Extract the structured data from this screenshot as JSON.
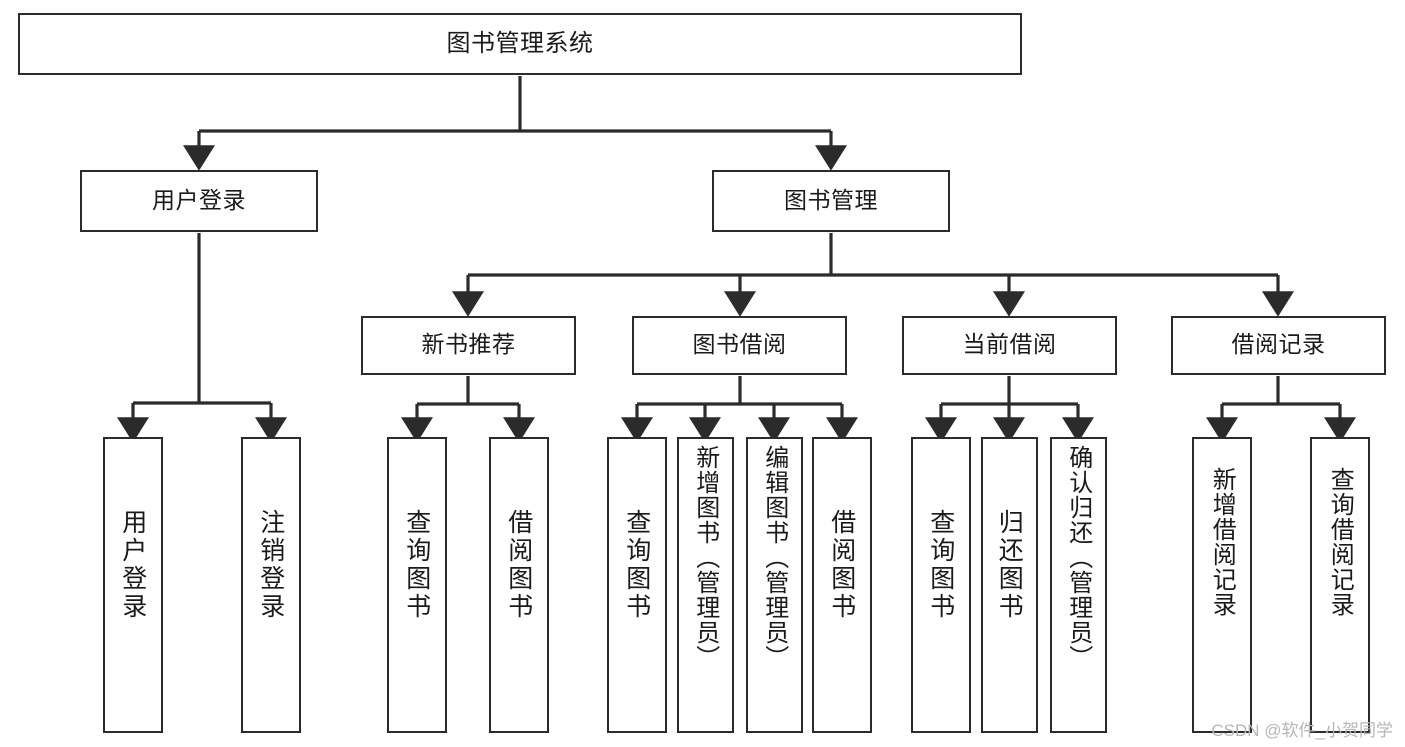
{
  "diagram": {
    "title": "图书管理系统",
    "watermark": "CSDN @软件_小贺同学",
    "line_color": "#2b2b2b",
    "box_fill": "#ffffff",
    "text_color": "#1a1a1a",
    "levels": {
      "root": [
        "图书管理系统"
      ],
      "level2": [
        "用户登录",
        "图书管理"
      ],
      "level3": [
        "新书推荐",
        "图书借阅",
        "当前借阅",
        "借阅记录"
      ],
      "leaves": [
        "用户登录",
        "注销登录",
        "查询图书",
        "借阅图书",
        "查询图书",
        "新增图书（管理员）",
        "编辑图书（管理员）",
        "借阅图书",
        "查询图书",
        "归还图书",
        "确认归还（管理员）",
        "新增借阅记录",
        "查询借阅记录"
      ]
    },
    "nodes": {
      "root": {
        "label": "图书管理系统"
      },
      "user_login": {
        "label": "用户登录"
      },
      "book_mgmt": {
        "label": "图书管理"
      },
      "new_book_rec": {
        "label": "新书推荐"
      },
      "book_borrow": {
        "label": "图书借阅"
      },
      "current_borrow": {
        "label": "当前借阅"
      },
      "borrow_record": {
        "label": "借阅记录"
      },
      "leaf_user_login": {
        "label": "用户登录"
      },
      "leaf_logout": {
        "label": "注销登录"
      },
      "leaf_query_book_1": {
        "label": "查询图书"
      },
      "leaf_borrow_book_1": {
        "label": "借阅图书"
      },
      "leaf_query_book_2": {
        "label": "查询图书"
      },
      "leaf_add_book": {
        "label": "新增图书（管理员）"
      },
      "leaf_edit_book": {
        "label": "编辑图书（管理员）"
      },
      "leaf_borrow_book_2": {
        "label": "借阅图书"
      },
      "leaf_query_book_3": {
        "label": "查询图书"
      },
      "leaf_return_book": {
        "label": "归还图书"
      },
      "leaf_confirm_return": {
        "label": "确认归还（管理员）"
      },
      "leaf_add_record": {
        "label": "新增借阅记录"
      },
      "leaf_query_record": {
        "label": "查询借阅记录"
      }
    }
  }
}
